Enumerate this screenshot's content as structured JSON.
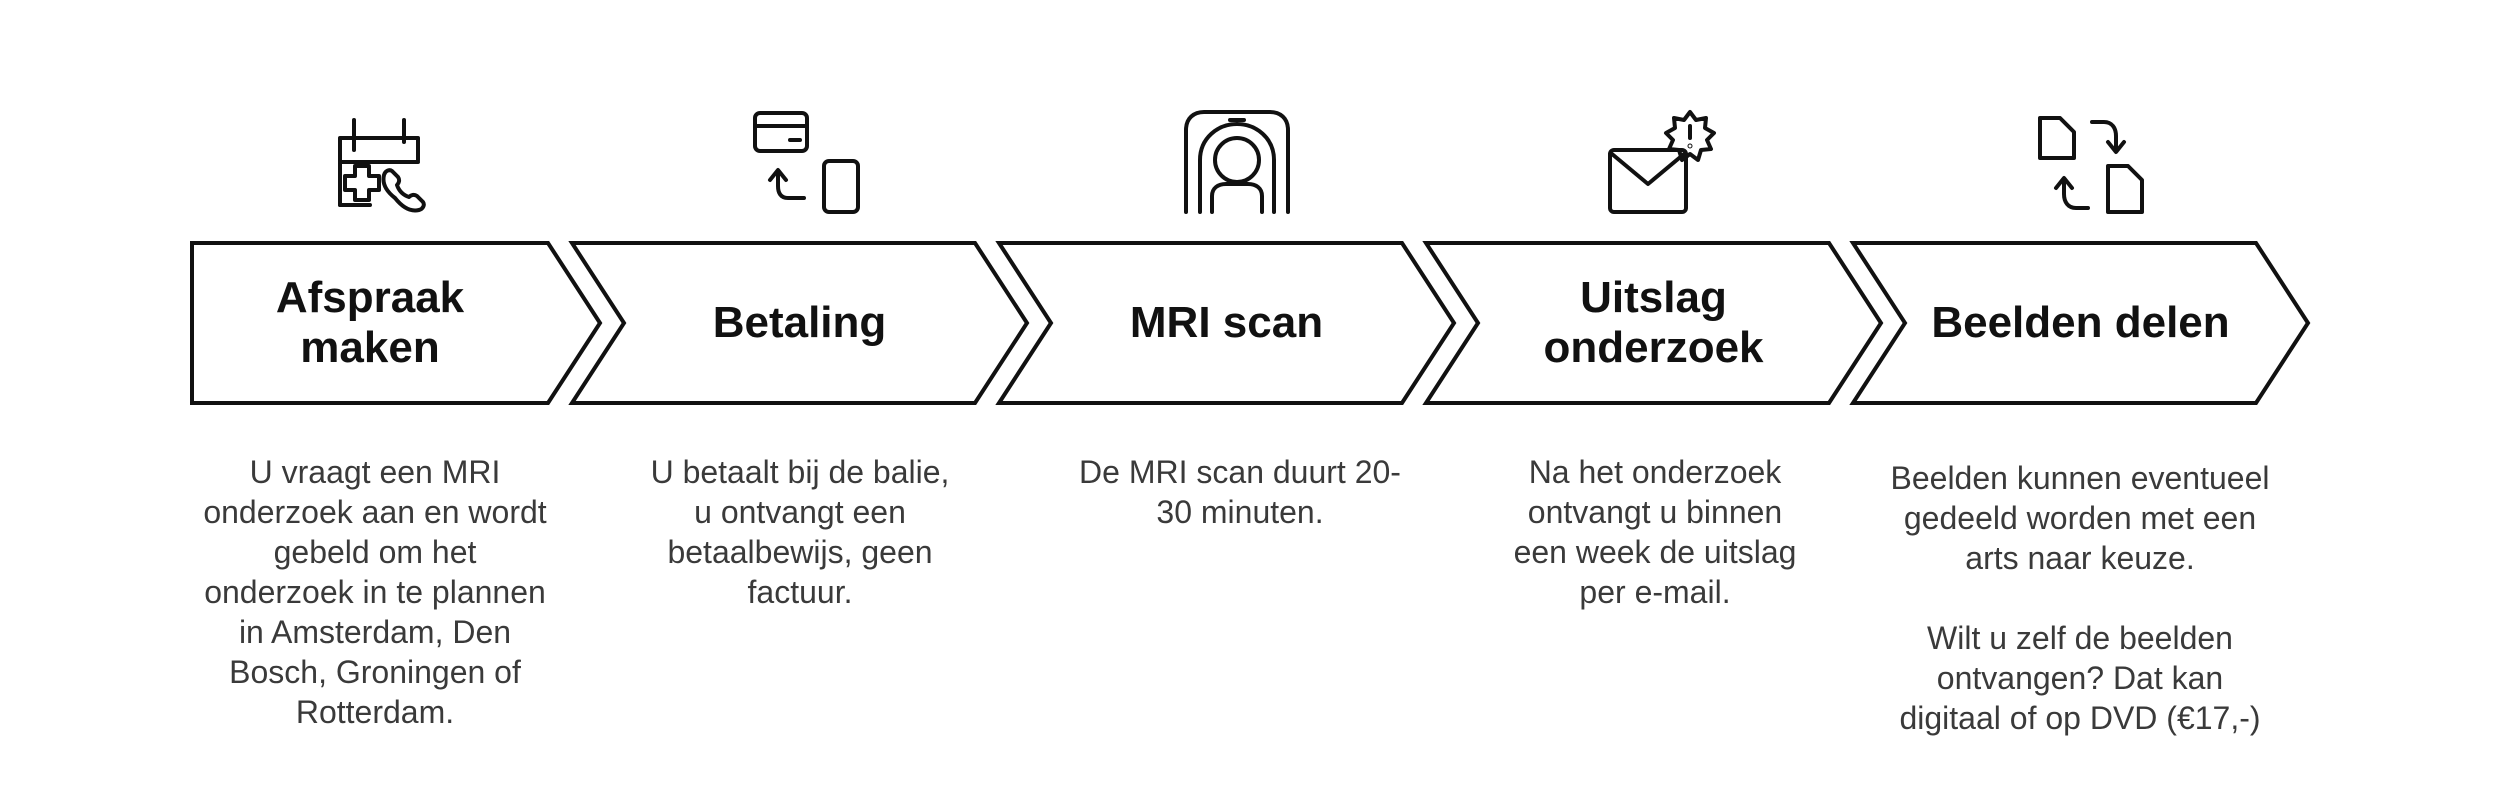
{
  "colors": {
    "stroke": "#111111",
    "title": "#111111",
    "text": "#3a3a3a",
    "background": "#ffffff"
  },
  "steps": [
    {
      "icon": "calendar-medical-phone-icon",
      "title": "Afspraak\nmaken",
      "description": "U vraagt een MRI\nonderzoek aan en wordt\ngebeld om het\nonderzoek in te plannen\nin Amsterdam, Den\nBosch, Groningen of\nRotterdam."
    },
    {
      "icon": "card-phone-payment-icon",
      "title": "Betaling",
      "description": "U betaalt bij de balie,\nu ontvangt een\nbetaalbewijs, geen\nfactuur."
    },
    {
      "icon": "mri-scanner-icon",
      "title": "MRI scan",
      "description": "De MRI scan duurt 20-\n30 minuten."
    },
    {
      "icon": "mail-alert-icon",
      "title": "Uitslag\nonderzoek",
      "description": "Na het onderzoek\nontvangt u binnen\neen week de uitslag\nper e-mail."
    },
    {
      "icon": "share-documents-icon",
      "title": "Beelden delen",
      "description": "Beelden kunnen eventueel\ngedeeld worden met een\narts naar keuze.\n\nWilt u zelf de beelden\nontvangen? Dat kan\ndigitaal of op DVD (€17,-)"
    }
  ]
}
